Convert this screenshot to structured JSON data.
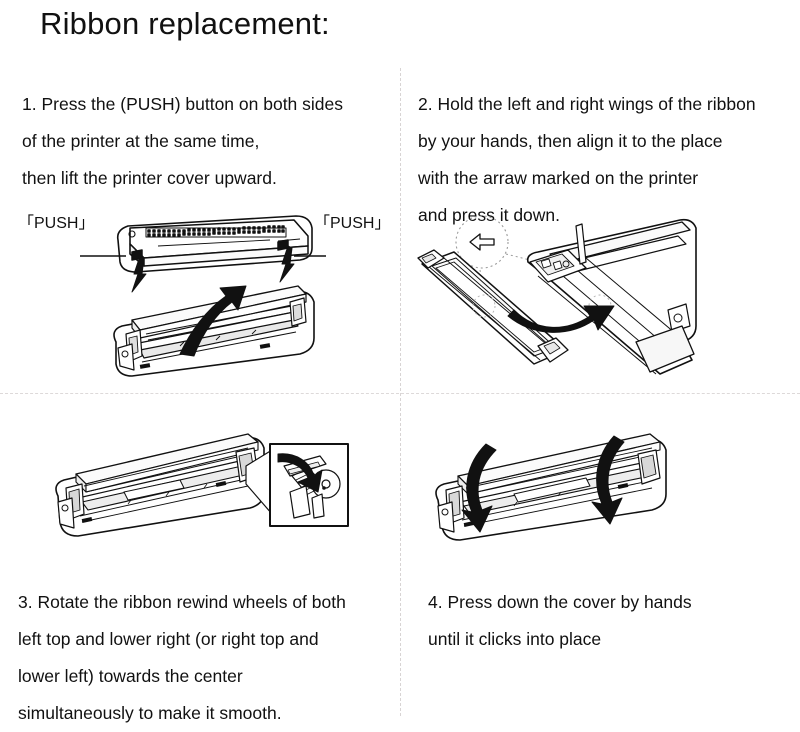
{
  "document": {
    "title": "Ribbon replacement:",
    "background_color": "#ffffff",
    "text_color": "#111111",
    "divider_color": "#d8d4d4"
  },
  "steps": [
    {
      "number": "1.",
      "lines": [
        "1. Press the (PUSH) button on both sides",
        "of the printer at the same time,",
        "then lift the printer cover upward."
      ],
      "figure": {
        "name": "printer-cover-open-diagram",
        "labels": [
          "「PUSH」",
          "「PUSH」"
        ],
        "description": "Printer with cover lifted off, upward arrow showing cover opening"
      }
    },
    {
      "number": "2.",
      "lines": [
        "2. Hold the left and right wings of the ribbon",
        " by your hands, then align it to the place",
        "with the arraw marked on the printer",
        " and press it down."
      ],
      "figure": {
        "name": "ribbon-insert-diagram",
        "labels": [],
        "description": "Ribbon cartridge with dotted circle arrow marker, curved arrow pointing into open printer"
      }
    },
    {
      "number": "3.",
      "lines": [
        "3. Rotate the ribbon rewind wheels of both",
        "left top and lower right (or right top and",
        " lower left) towards the center",
        " simultaneously to make it smooth."
      ],
      "figure": {
        "name": "ribbon-rewind-wheel-diagram",
        "labels": [],
        "description": "Open printer with ribbon installed and magnified callout box of rewind wheel with rotation arrow"
      }
    },
    {
      "number": "4.",
      "lines": [
        "4. Press down the cover by hands",
        " until it clicks into place"
      ],
      "figure": {
        "name": "close-cover-diagram",
        "labels": [],
        "description": "Open printer with two thick downward curved arrows indicating pressing the cover closed"
      }
    }
  ]
}
